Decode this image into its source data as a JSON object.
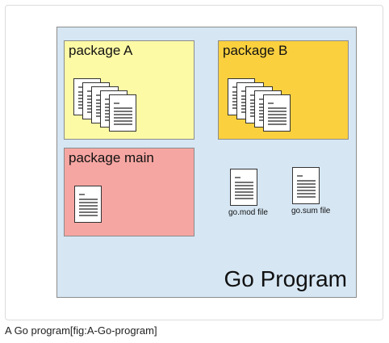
{
  "diagram": {
    "program_label": "Go Program",
    "packages": [
      {
        "id": "a",
        "label": "package A",
        "file_count": 5
      },
      {
        "id": "b",
        "label": "package B",
        "file_count": 5
      },
      {
        "id": "main",
        "label": "package main",
        "file_count": 1
      }
    ],
    "files": [
      {
        "id": "go-mod",
        "label": "go.mod file"
      },
      {
        "id": "go-sum",
        "label": "go.sum file"
      }
    ],
    "colors": {
      "program_background": "#d6e6f3",
      "package_a": "#fdfaa6",
      "package_b": "#fad03e",
      "package_main": "#f6a6a2"
    }
  },
  "caption": "A Go program[fig:A-Go-program]"
}
